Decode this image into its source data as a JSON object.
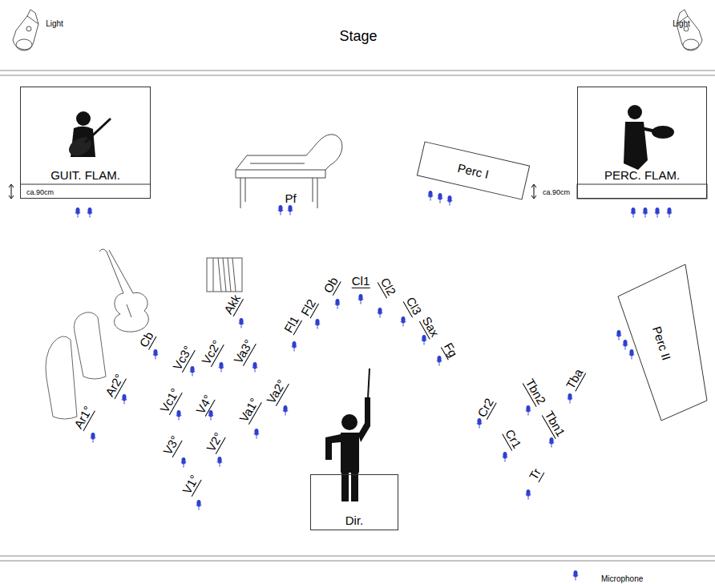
{
  "diagram": {
    "title": "Stage",
    "nodes": [
      {
        "text": [
          "GUIT. FLAM."
        ]
      },
      {
        "text": [
          "Pf"
        ]
      },
      {
        "text": [
          "Perc I"
        ]
      },
      {
        "text": [
          "PERC. FLAM."
        ]
      },
      {
        "text": [
          "Perc II"
        ]
      },
      {
        "text": [
          "Dir."
        ]
      }
    ],
    "labels": [
      "Light",
      "Light",
      "ca.90cm",
      "ca.90cm",
      "Ar1°",
      "Ar2°",
      "Cb",
      "Akk",
      "Vc3°",
      "Vc2°",
      "Va3°",
      "Vc1°",
      "V4°",
      "Va2°",
      "Va1°",
      "V3°",
      "V2°",
      "V1°",
      "Fl1",
      "Fl2",
      "Ob",
      "Cl1",
      "Cl2",
      "Cl3",
      "Sax",
      "Fg",
      "Tba",
      "Tbn2",
      "Cr2",
      "Tbn1",
      "Cr1",
      "Tr"
    ],
    "legend": [
      {
        "text": "Microphone"
      }
    ]
  }
}
